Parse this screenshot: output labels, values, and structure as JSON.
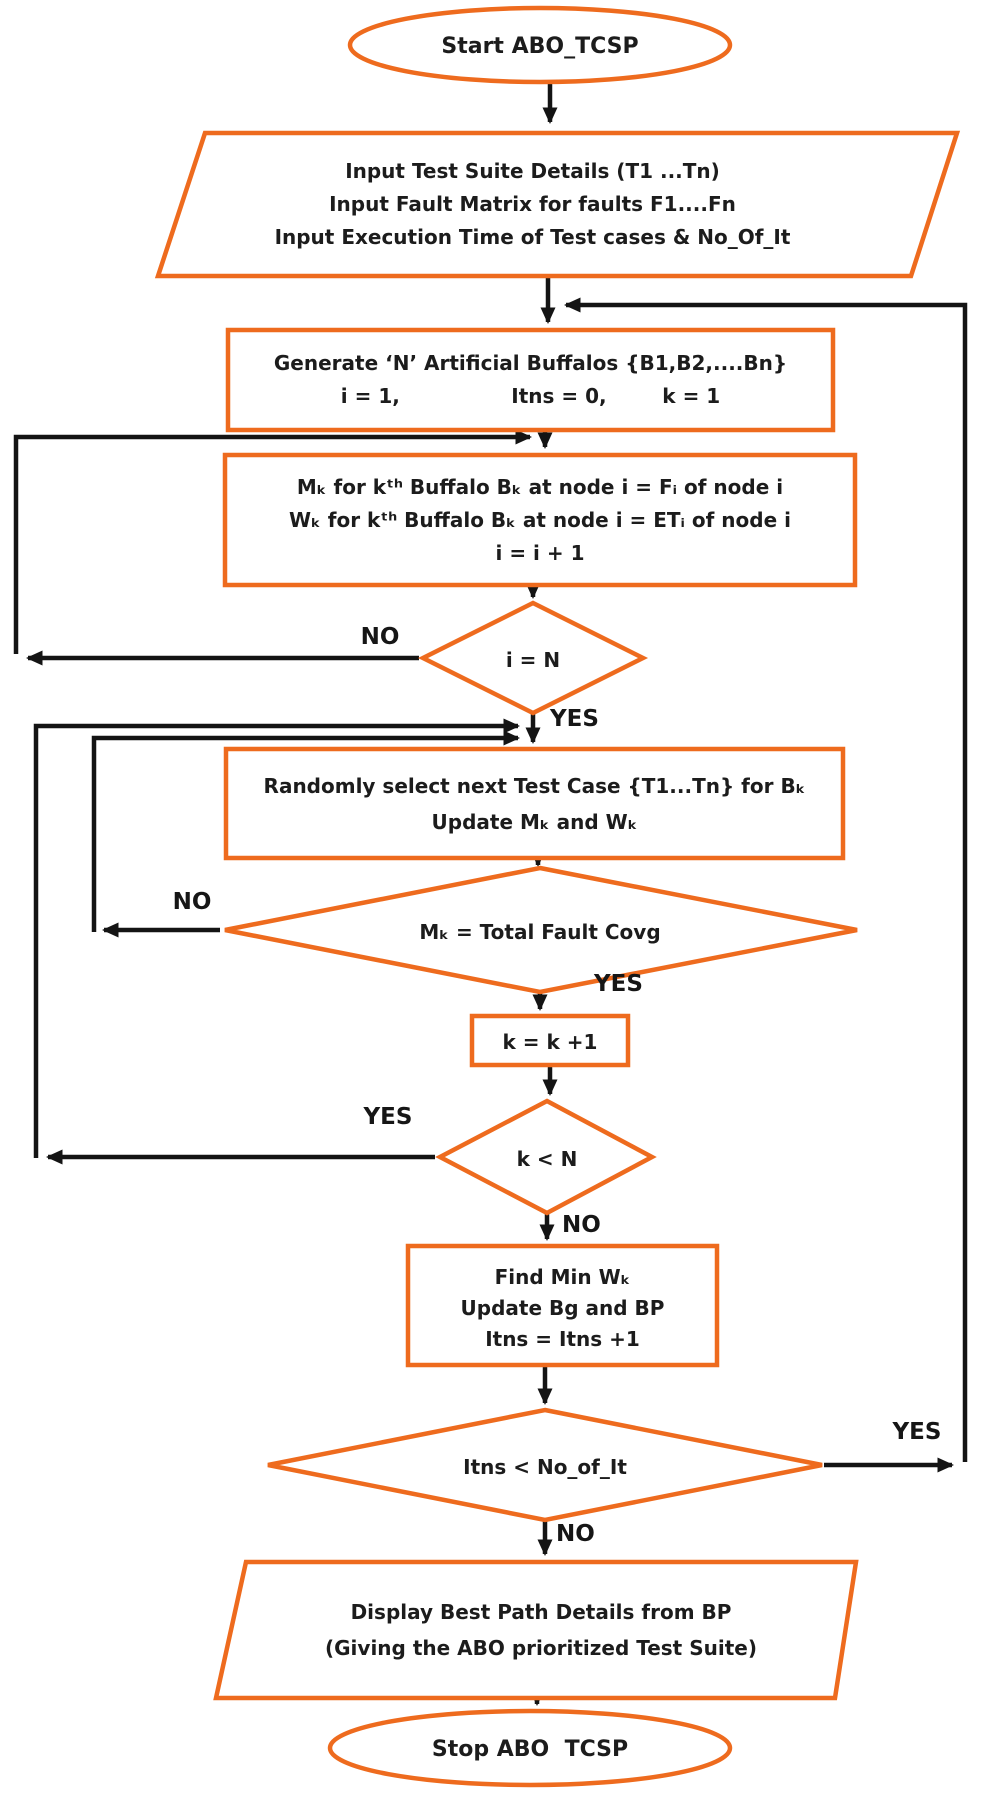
{
  "diagram": {
    "title": "ABO_TCSP flowchart",
    "accent_color": "#EE6B1E",
    "line_color": "#141414",
    "nodes": {
      "start": {
        "label": "Start ABO_TCSP"
      },
      "input": {
        "lines": [
          "Input Test Suite Details (T1 ...Tn)",
          "Input Fault Matrix for faults F1....Fn",
          "Input Execution Time of Test cases & No_Of_It"
        ]
      },
      "generate": {
        "lines": [
          "Generate ‘N’ Artificial Buffalos {B1,B2,....Bn}",
          "i = 1,                Itns = 0,        k = 1"
        ]
      },
      "compute": {
        "lines": [
          "Mₖ for kᵗʰ Buffalo Bₖ at node i = Fᵢ of node i",
          "Wₖ for kᵗʰ Buffalo Bₖ at node i = ETᵢ of node i",
          "i = i + 1"
        ]
      },
      "decision_i": {
        "label": "i = N",
        "no_label": "NO",
        "yes_label": "YES"
      },
      "select": {
        "lines": [
          "Randomly select next Test Case {T1...Tn} for Bₖ",
          "Update Mₖ and Wₖ"
        ]
      },
      "decision_fault": {
        "label": "Mₖ = Total Fault Covg",
        "no_label": "NO",
        "yes_label": "YES"
      },
      "increment": {
        "label": "k = k +1"
      },
      "decision_k": {
        "label": "k < N",
        "yes_label": "YES",
        "no_label": "NO"
      },
      "findmin": {
        "lines": [
          "Find Min Wₖ",
          "Update Bg and BP",
          "Itns = Itns +1"
        ]
      },
      "decision_itns": {
        "label": "Itns < No_of_It",
        "yes_label": "YES",
        "no_label": "NO"
      },
      "display": {
        "lines": [
          "Display Best Path Details from BP",
          "(Giving the ABO prioritized Test Suite)"
        ]
      },
      "stop": {
        "label": "Stop ABO  TCSP"
      }
    }
  }
}
